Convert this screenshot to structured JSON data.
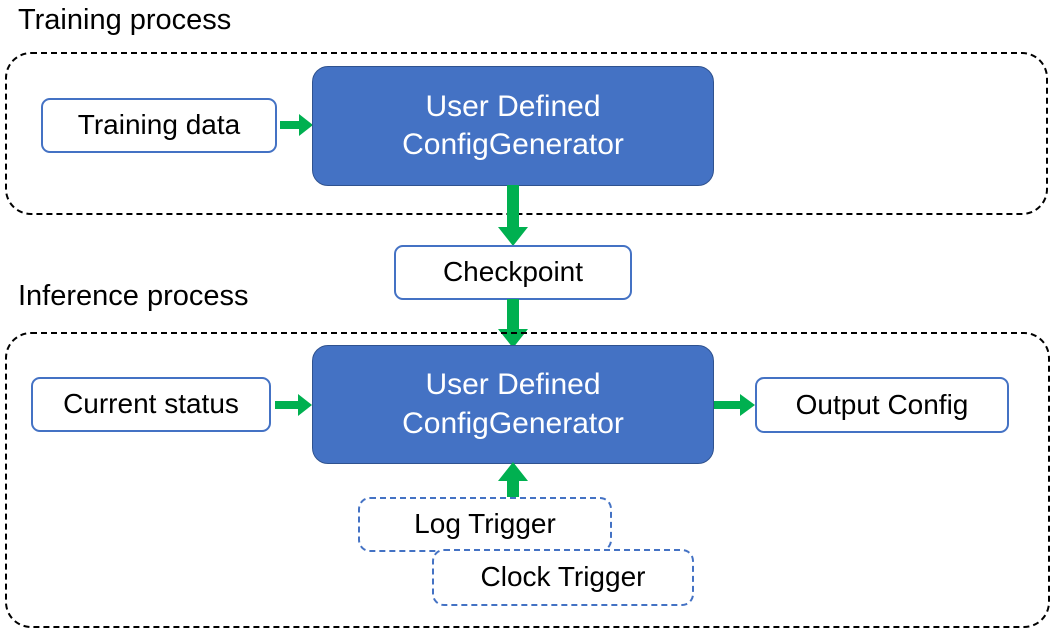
{
  "diagram": {
    "title_training": "Training process",
    "title_inference": "Inference process",
    "colors": {
      "accent_blue": "#4472C4",
      "blue_border": "#2F528F",
      "arrow_green": "#00B050",
      "container_dash": "#000000",
      "box_text": "#000000",
      "blue_box_text": "#FFFFFF",
      "background": "#FFFFFF"
    }
  },
  "training": {
    "label": "Training process",
    "input_box": "Training data",
    "processor": {
      "line1": "User Defined",
      "line2": "ConfigGenerator"
    }
  },
  "checkpoint": {
    "label": "Checkpoint"
  },
  "inference": {
    "label": "Inference process",
    "input_box": "Current status",
    "processor": {
      "line1": "User Defined",
      "line2": "ConfigGenerator"
    },
    "output_box": "Output Config",
    "triggers": [
      {
        "label": "Log Trigger"
      },
      {
        "label": "Clock Trigger"
      }
    ]
  },
  "arrows": [
    {
      "name": "training-data-to-generator",
      "direction": "right"
    },
    {
      "name": "generator-to-checkpoint",
      "direction": "down"
    },
    {
      "name": "checkpoint-to-inference-generator",
      "direction": "down"
    },
    {
      "name": "current-status-to-generator",
      "direction": "right"
    },
    {
      "name": "generator-to-output-config",
      "direction": "right"
    },
    {
      "name": "log-trigger-to-generator",
      "direction": "up"
    }
  ]
}
